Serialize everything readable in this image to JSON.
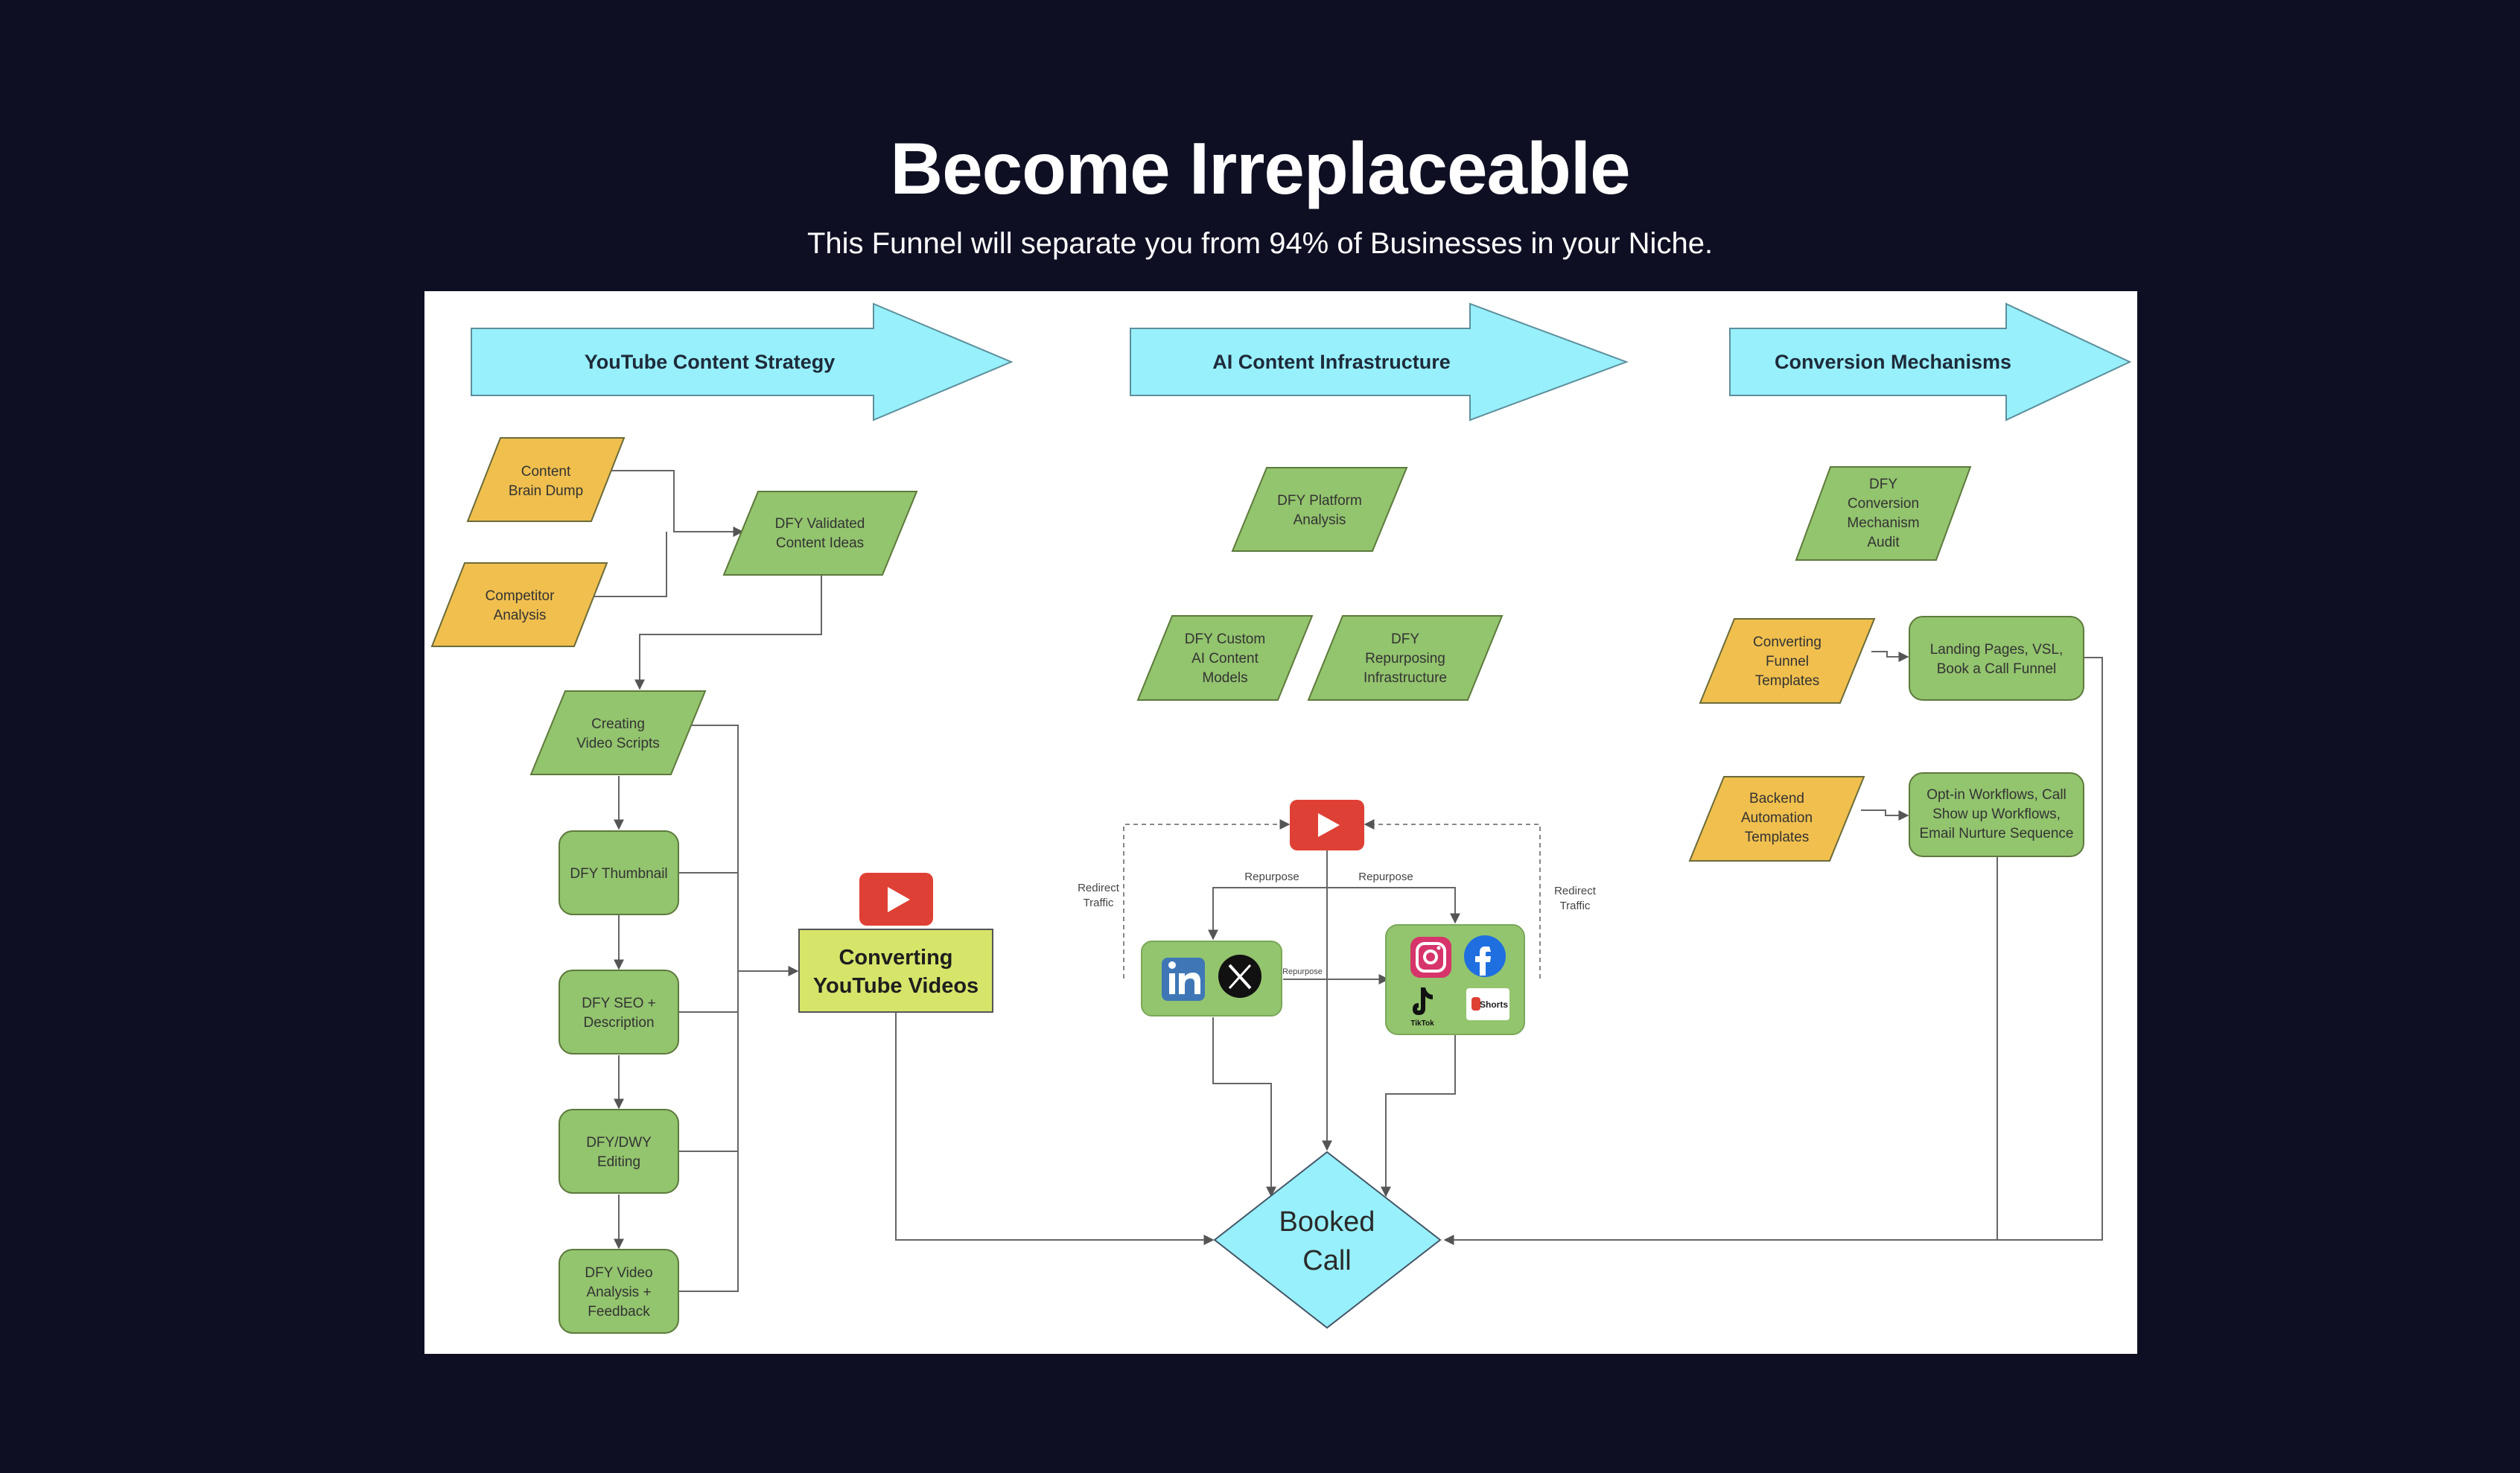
{
  "hero": {
    "title": "Become Irreplaceable",
    "subtitle": "This Funnel will separate you from 94% of Businesses in your Niche."
  },
  "colors": {
    "page_bg": "#0f0f24",
    "arrow_fill": "#97f0fb",
    "green": "#93c46e",
    "yellow": "#f0bf4e",
    "lime": "#d6e46a",
    "youtube_red": "#df4035"
  },
  "diagram": {
    "stages": {
      "youtube": "YouTube Content Strategy",
      "ai": "AI Content Infrastructure",
      "conversion": "Conversion Mechanisms"
    },
    "youtube": {
      "brain_dump": [
        "Content",
        "Brain Dump"
      ],
      "competitor": [
        "Competitor",
        "Analysis"
      ],
      "validated": [
        "DFY Validated",
        "Content Ideas"
      ],
      "scripts": [
        "Creating",
        "Video Scripts"
      ],
      "thumbnail": [
        "DFY Thumbnail"
      ],
      "seo": [
        "DFY SEO +",
        "Description"
      ],
      "editing": [
        "DFY/DWY",
        "Editing"
      ],
      "analysis": [
        "DFY Video",
        "Analysis +",
        "Feedback"
      ],
      "converting": [
        "Converting",
        "YouTube Videos"
      ]
    },
    "ai": {
      "platform": [
        "DFY Platform",
        "Analysis"
      ],
      "custom_models": [
        "DFY Custom",
        "AI Content",
        "Models"
      ],
      "repurposing": [
        "DFY",
        "Repurposing",
        "Infrastructure"
      ],
      "repurpose_left": "Repurpose",
      "repurpose_right": "Repurpose",
      "repurpose_mid": "Repurpose",
      "redirect_left": [
        "Redirect",
        "Traffic"
      ],
      "redirect_right": [
        "Redirect",
        "Traffic"
      ],
      "tiktok_label": "TikTok",
      "shorts_label": "Shorts"
    },
    "conversion": {
      "audit": [
        "DFY",
        "Conversion",
        "Mechanism",
        "Audit"
      ],
      "funnel_templates": [
        "Converting",
        "Funnel",
        "Templates"
      ],
      "landing": [
        "Landing Pages, VSL,",
        "Book a Call Funnel"
      ],
      "backend": [
        "Backend",
        "Automation",
        "Templates"
      ],
      "optin": [
        "Opt-in Workflows, Call",
        "Show up Workflows,",
        "Email Nurture Sequence"
      ]
    },
    "booked_call": [
      "Booked",
      "Call"
    ]
  }
}
